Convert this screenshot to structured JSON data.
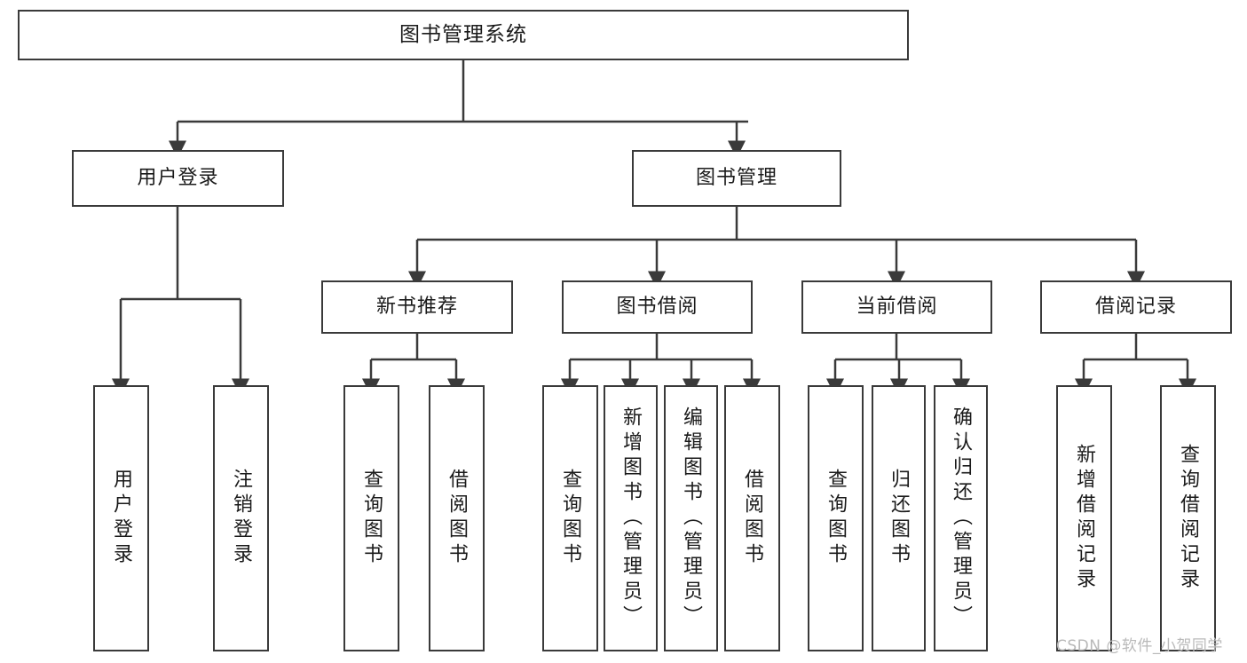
{
  "diagram": {
    "title": "图书管理系统",
    "watermark": "CSDN @软件_小贺同学",
    "stroke_color": "#3a3a3a",
    "fill_color": "#ffffff",
    "text_color": "#1a1a1a",
    "watermark_color": "#b9b9b9"
  },
  "nodes": {
    "root": {
      "label": "图书管理系统"
    },
    "level2": [
      {
        "id": "user-login",
        "label": "用户登录"
      },
      {
        "id": "book-management",
        "label": "图书管理"
      }
    ],
    "level3": [
      {
        "id": "new-book-recommend",
        "label": "新书推荐"
      },
      {
        "id": "book-borrow",
        "label": "图书借阅"
      },
      {
        "id": "current-borrow",
        "label": "当前借阅"
      },
      {
        "id": "borrow-record",
        "label": "借阅记录"
      }
    ],
    "leaves": [
      {
        "id": "leaf-user-login",
        "label": "用户登录",
        "parent": "user-login"
      },
      {
        "id": "leaf-logout-login",
        "label": "注销登录",
        "parent": "user-login"
      },
      {
        "id": "leaf-query-book-1",
        "label": "查询图书",
        "parent": "new-book-recommend"
      },
      {
        "id": "leaf-borrow-book-1",
        "label": "借阅图书",
        "parent": "new-book-recommend"
      },
      {
        "id": "leaf-query-book-2",
        "label": "查询图书",
        "parent": "book-borrow"
      },
      {
        "id": "leaf-add-book",
        "label": "新增图书（管理员）",
        "parent": "book-borrow"
      },
      {
        "id": "leaf-edit-book",
        "label": "编辑图书（管理员）",
        "parent": "book-borrow"
      },
      {
        "id": "leaf-borrow-book-2",
        "label": "借阅图书",
        "parent": "book-borrow"
      },
      {
        "id": "leaf-query-book-3",
        "label": "查询图书",
        "parent": "current-borrow"
      },
      {
        "id": "leaf-return-book",
        "label": "归还图书",
        "parent": "current-borrow"
      },
      {
        "id": "leaf-confirm-return",
        "label": "确认归还（管理员）",
        "parent": "current-borrow"
      },
      {
        "id": "leaf-add-borrow-record",
        "label": "新增借阅记录",
        "parent": "borrow-record"
      },
      {
        "id": "leaf-query-borrow-record",
        "label": "查询借阅记录",
        "parent": "borrow-record"
      }
    ]
  }
}
